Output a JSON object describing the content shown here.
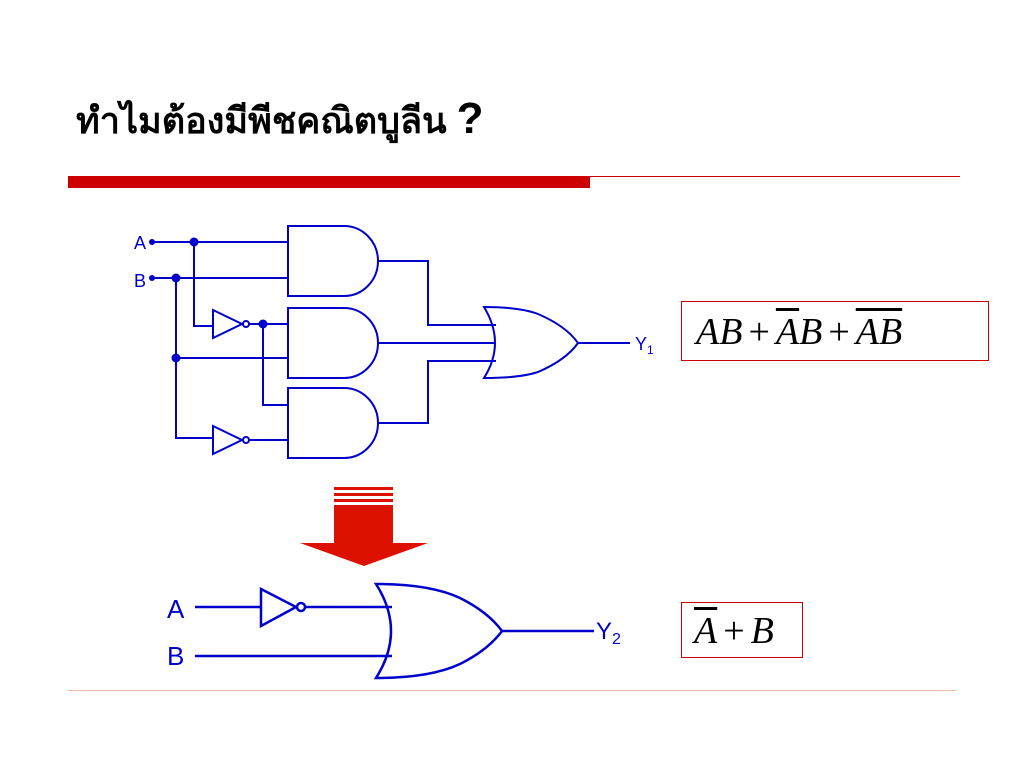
{
  "title": {
    "text": "ทำไมต้องมีพีชคณิตบูลีน",
    "qmark": "?"
  },
  "colors": {
    "accent": "#cc0000",
    "wire": "#0000cc",
    "arrow": "#dd1100"
  },
  "circuit1": {
    "label_a": "A",
    "label_b": "B",
    "output_letter": "Y",
    "output_sub": "1",
    "gates": [
      "and-gate",
      "and-gate",
      "and-gate",
      "or-gate",
      "not-gate",
      "not-gate"
    ]
  },
  "circuit2": {
    "label_a": "A",
    "label_b": "B",
    "output_letter": "Y",
    "output_sub": "2",
    "gates": [
      "not-gate",
      "or-gate"
    ]
  },
  "equation1": {
    "term1": "AB",
    "plus1": "+",
    "term2_a": "A",
    "term2_b": "B",
    "plus2": "+",
    "term3_a": "A",
    "term3_b": "B"
  },
  "equation2": {
    "a": "A",
    "plus": "+",
    "b": "B"
  },
  "arrow_icon": "down-arrow-icon"
}
